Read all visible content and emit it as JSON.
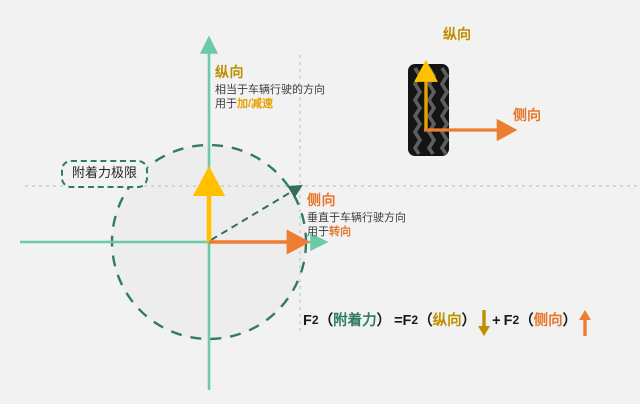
{
  "diagram": {
    "title_concept": "tire-friction-circle",
    "background_color": "#f2f2f2",
    "axis_color": "#6bcba5",
    "circle_fill": "#efefef",
    "circle_stroke": "#2f7d62",
    "guide_color": "#c9c9c9",
    "gold": "#ffc000",
    "gold_dark": "#bf8f00",
    "orange": "#ed7d31",
    "orange_text": "#e8762c",
    "green_dark": "#2f7d62"
  },
  "longitudinal": {
    "title": "纵向",
    "desc_line1": "相当于车辆行驶的方向",
    "desc_line2_prefix": "用于",
    "desc_line2_highlight": "加/减速"
  },
  "lateral": {
    "title": "侧向",
    "desc_line1": "垂直于车辆行驶方向",
    "desc_line2_prefix": "用于",
    "desc_line2_highlight": "转向"
  },
  "grip_limit": {
    "label": "附着力极限"
  },
  "tire": {
    "longitudinal_label": "纵向",
    "lateral_label": "侧向"
  },
  "formula": {
    "f_symbol": "F",
    "exponent": "2",
    "paren_open": "（",
    "paren_close": "）",
    "grip_term": "附着力",
    "equals": "=",
    "longitudinal_term": "纵向",
    "plus": "+",
    "lateral_term": "侧向",
    "down_arrow_icon": "arrow-down-icon",
    "up_arrow_icon": "arrow-up-icon",
    "full_text": "F2（附着力）=F2（纵向）↓+ F2（侧向）↑"
  }
}
